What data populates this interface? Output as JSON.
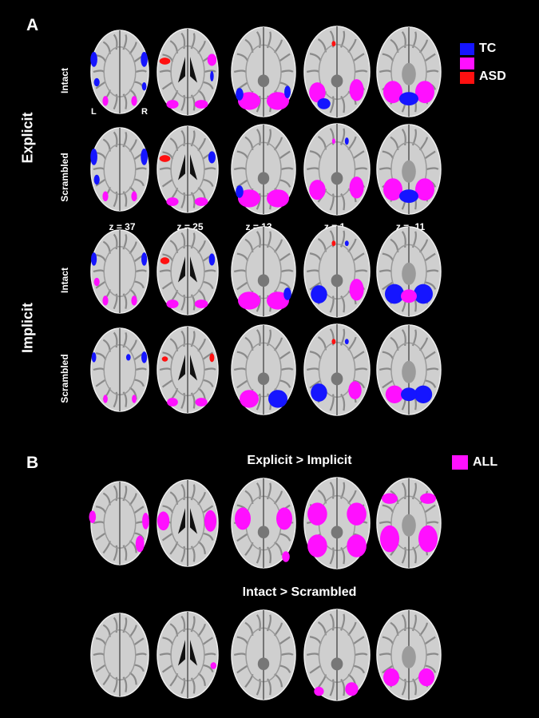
{
  "panel_a": {
    "letter": "A",
    "groups": [
      "Explicit",
      "Implicit"
    ],
    "rows": [
      "Intact",
      "Scrambled",
      "Intact",
      "Scrambled"
    ],
    "slice_labels": [
      "z = 37",
      "z = 25",
      "z = 13",
      "z = 1",
      "z = -11"
    ],
    "orientation": {
      "left": "L",
      "right": "R"
    },
    "legend": [
      {
        "label": "TC",
        "color": "#1515ff"
      },
      {
        "label": "",
        "color": "#ff10ff"
      },
      {
        "label": "ASD",
        "color": "#ff1010"
      }
    ]
  },
  "panel_b": {
    "letter": "B",
    "contrasts": [
      "Explicit > Implicit",
      "Intact > Scrambled"
    ],
    "legend": [
      {
        "label": "ALL",
        "color": "#ff10ff"
      }
    ]
  },
  "colors": {
    "tc": "#1515ff",
    "overlap": "#ff10ff",
    "asd": "#ff1010"
  }
}
